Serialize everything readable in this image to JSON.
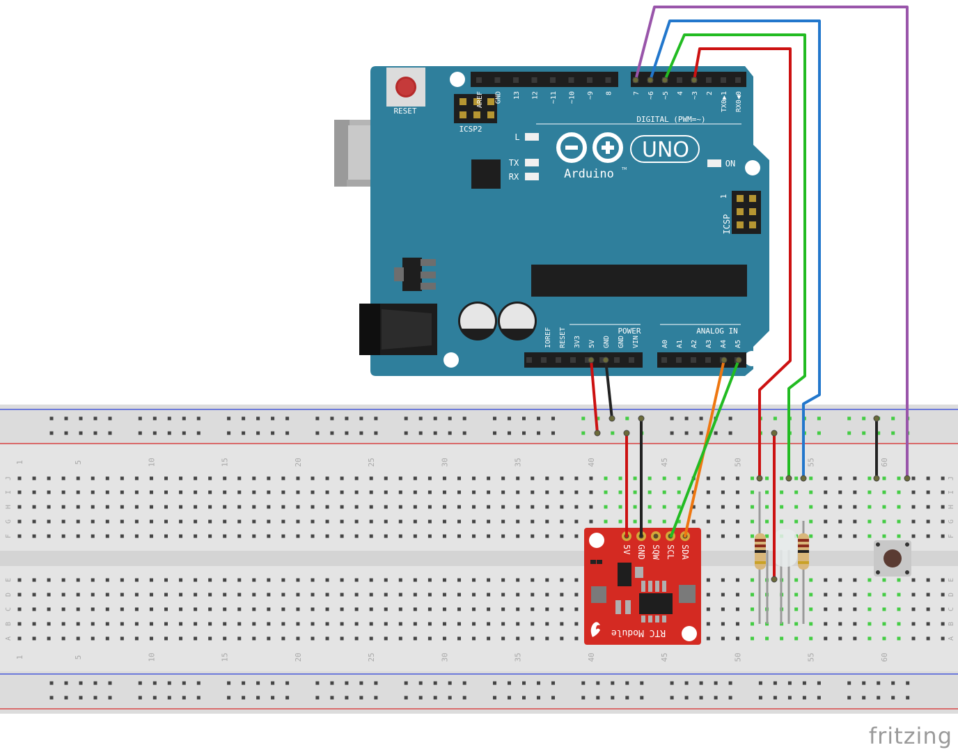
{
  "brand": {
    "watermark": "fritzing"
  },
  "arduino": {
    "reset_label": "RESET",
    "icsp2_label": "ICSP2",
    "icsp_label": "ICSP",
    "icsp_pin1": "1",
    "led_l": "L",
    "led_tx": "TX",
    "led_rx": "RX",
    "on_label": "ON",
    "brand_name": "Arduino",
    "tm": "TM",
    "model": "UNO",
    "digital_title": "DIGITAL (PWM=~)",
    "digital_pins": [
      "AREF",
      "GND",
      "13",
      "12",
      "~11",
      "~10",
      "~9",
      "8",
      "7",
      "~6",
      "~5",
      "4",
      "~3",
      "2",
      "TX0▶1",
      "RX0◀0"
    ],
    "power_title": "POWER",
    "power_pins": [
      "IOREF",
      "RESET",
      "3V3",
      "5V",
      "GND",
      "GND",
      "VIN"
    ],
    "analog_title": "ANALOG IN",
    "analog_pins": [
      "A0",
      "A1",
      "A2",
      "A3",
      "A4",
      "A5"
    ]
  },
  "breadboard": {
    "column_numbers": [
      "1",
      "5",
      "10",
      "15",
      "20",
      "25",
      "30",
      "35",
      "40",
      "45",
      "50",
      "55",
      "60"
    ],
    "row_letters_top": [
      "J",
      "I",
      "H",
      "G",
      "F"
    ],
    "row_letters_bottom": [
      "E",
      "D",
      "C",
      "B",
      "A"
    ]
  },
  "rtc": {
    "name": "RTC Module",
    "pins": [
      "5V",
      "GND",
      "SQW",
      "SCL",
      "SDA"
    ]
  },
  "colors": {
    "board": "#2e7d9a",
    "red_wire": "#cc1111",
    "black_wire": "#222222",
    "green_wire": "#22bb22",
    "blue_wire": "#2277cc",
    "purple_wire": "#9955aa",
    "orange_wire": "#ee7711",
    "rtc_board": "#d42a22"
  }
}
